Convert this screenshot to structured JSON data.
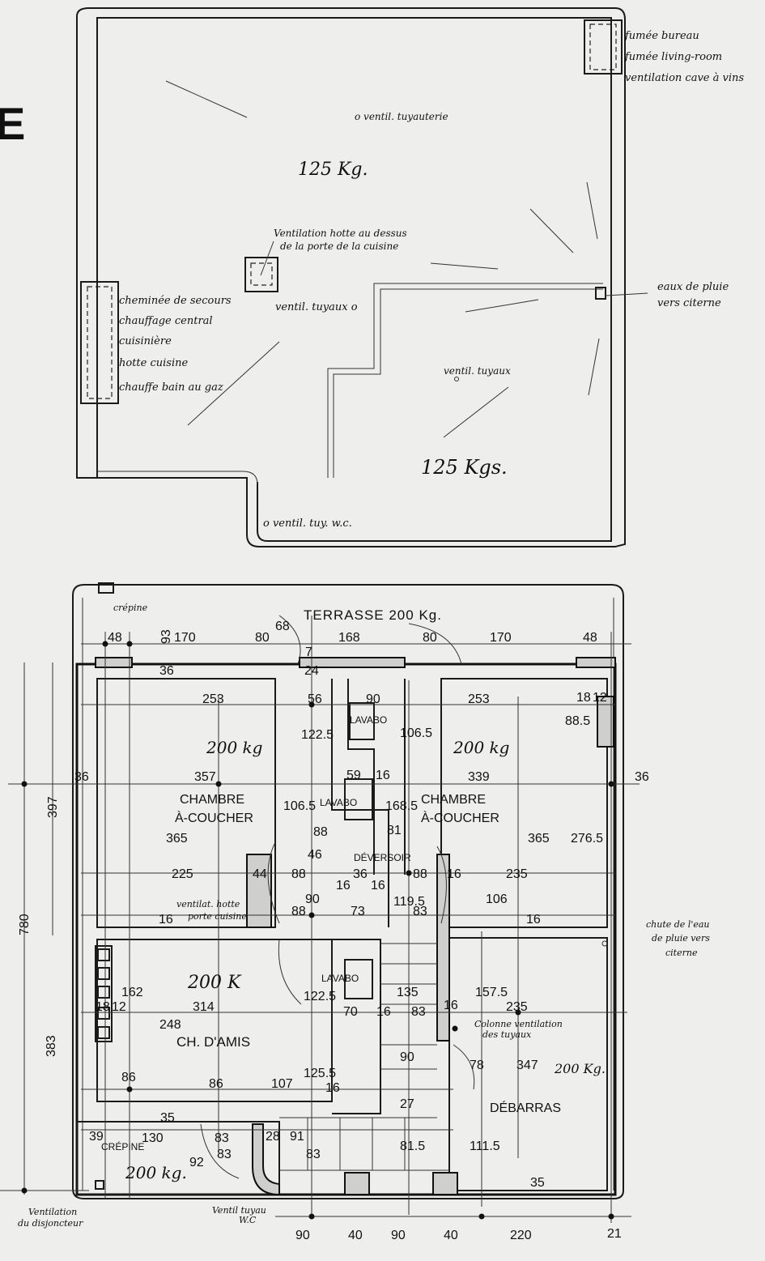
{
  "page_letter": "E",
  "roof": {
    "load_main": "125 Kg.",
    "load_lower": "125 Kgs.",
    "chimney_right_labels": [
      "fumée bureau",
      "fumée living-room",
      "ventilation cave à vins"
    ],
    "chimney_left_labels": [
      "cheminée de secours",
      "chauffage central",
      "cuisinière",
      "hotte cuisine",
      "chauffe bain au gaz"
    ],
    "ventil_tuyauterie": "o ventil. tuyauterie",
    "ventil_hotte": [
      "Ventilation hotte au dessus",
      "de la porte de la cuisine"
    ],
    "ventil_tuyaux_1": "ventil. tuyaux o",
    "ventil_tuyaux_2": "ventil. tuyaux",
    "ventil_wc": "o ventil. tuy. w.c.",
    "eaux_pluie": [
      "eaux de pluie",
      "vers citerne"
    ]
  },
  "floor": {
    "terrasse": "TERRASSE 200 Kg.",
    "crepine_top": "crépine",
    "crepine_bottom": "CRÉPINE",
    "room_left": [
      "CHAMBRE",
      "À-COUCHER"
    ],
    "room_right": [
      "CHAMBRE",
      "À-COUCHER"
    ],
    "room_amis": "CH. D'AMIS",
    "room_debarras": "DÉBARRAS",
    "lavabo": "LAVABO",
    "deversoir": "DÉVERSOIR",
    "load_left": "200 kg",
    "load_right": "200 kg",
    "load_amis": "200 K",
    "load_debarras": "200 Kg.",
    "load_entry": "200 kg.",
    "ventilat_hotte": [
      "ventilat. hotte",
      "porte cuisine"
    ],
    "chute_eau": [
      "chute de l'eau",
      "de pluie vers",
      "citerne"
    ],
    "colonne_ventilation": [
      "Colonne ventilation",
      "des tuyaux"
    ],
    "ventilation_disjoncteur": [
      "Ventilation",
      "du disjoncteur"
    ],
    "ventil_tuyau_wc": [
      "Ventil tuyau",
      "W.C"
    ],
    "dims": {
      "top": [
        "48",
        "93",
        "170",
        "80",
        "68",
        "168",
        "80",
        "170",
        "48"
      ],
      "row2": [
        "36",
        "24",
        "7"
      ],
      "r253a": "253",
      "r56": "56",
      "r90": "90",
      "r253b": "253",
      "r18": "18",
      "r12": "12",
      "r1225": "122.5",
      "r1065a": "106.5",
      "r885": "88.5",
      "r357": "357",
      "r339": "339",
      "r36a": "36",
      "r36b": "36",
      "r59": "59",
      "r16a": "16",
      "r365a": "365",
      "r365b": "365",
      "r2765": "276.5",
      "r1065b": "106.5",
      "r1685": "168.5",
      "r88": "88",
      "r46": "46",
      "r81": "81",
      "r225": "225",
      "r44": "44",
      "r88b": "88",
      "r36c": "36",
      "r88c": "88",
      "r16b": "16",
      "r235a": "235",
      "r16c": "16",
      "r16d": "16",
      "r90b": "90",
      "r1195": "119.5",
      "r106": "106",
      "r16e": "16",
      "r88d": "88",
      "r73": "73",
      "r83": "83",
      "r16f": "16",
      "r162": "162",
      "r18b": "18",
      "r12b": "12",
      "r1225b": "122.5",
      "r135": "135",
      "r1575": "157.5",
      "r314": "314",
      "r248": "248",
      "r70": "70",
      "r16g": "16",
      "r83b": "83",
      "r16h": "16",
      "r235b": "235",
      "r86": "86",
      "r1255": "125.5",
      "r90c": "90",
      "r347": "347",
      "r78": "78",
      "r86b": "86",
      "r107": "107",
      "r16i": "16",
      "r27": "27",
      "r35": "35",
      "r39": "39",
      "r130": "130",
      "r83c": "83",
      "r28": "28",
      "r91": "91",
      "r83d": "83",
      "r92": "92",
      "r83e": "83",
      "r815": "81.5",
      "r1115": "111.5",
      "r35b": "35",
      "bottom": [
        "90",
        "40",
        "90",
        "40",
        "220",
        "21"
      ],
      "left_397": "397",
      "left_780": "780",
      "left_383": "383"
    }
  }
}
